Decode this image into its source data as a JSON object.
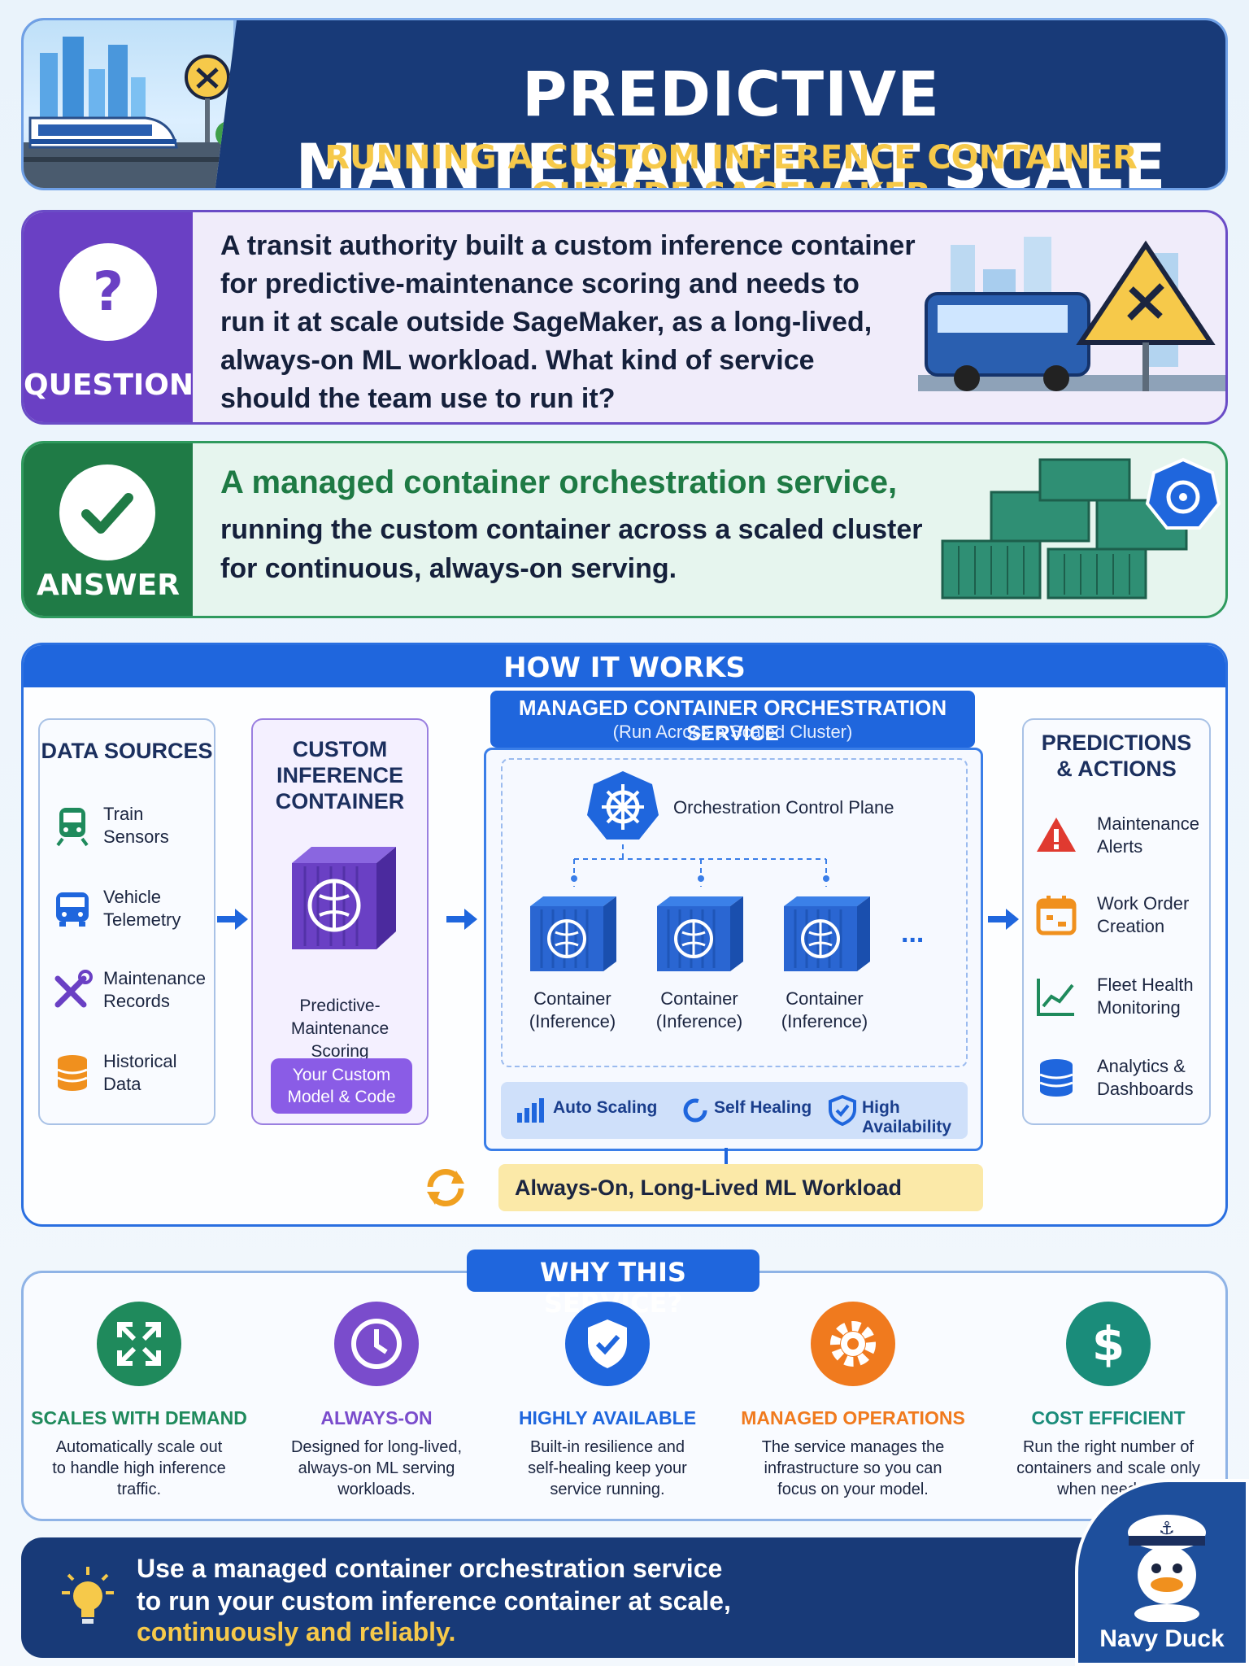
{
  "header": {
    "title": "PREDICTIVE MAINTENANCE AT SCALE",
    "subtitle": "RUNNING A CUSTOM INFERENCE CONTAINER OUTSIDE SAGEMAKER"
  },
  "question": {
    "label": "QUESTION",
    "lines": [
      "A transit authority built a custom inference container",
      "for predictive-maintenance scoring and needs to",
      "run it at scale outside SageMaker, as a long-lived,",
      "always-on ML workload. What kind of service",
      "should the team use to run it?"
    ]
  },
  "answer": {
    "label": "ANSWER",
    "headline": "A managed container orchestration service,",
    "lines": [
      "running the custom container across a scaled cluster",
      "for continuous, always-on serving."
    ]
  },
  "how": {
    "title": "HOW IT WORKS",
    "data_sources": {
      "title": "DATA SOURCES",
      "items": [
        {
          "line1": "Train",
          "line2": "Sensors",
          "icon": "train-icon"
        },
        {
          "line1": "Vehicle",
          "line2": "Telemetry",
          "icon": "bus-icon"
        },
        {
          "line1": "Maintenance",
          "line2": "Records",
          "icon": "tools-icon"
        },
        {
          "line1": "Historical",
          "line2": "Data",
          "icon": "database-icon"
        }
      ]
    },
    "container": {
      "title1": "CUSTOM INFERENCE",
      "title2": "CONTAINER",
      "caption1": "Predictive-Maintenance",
      "caption2": "Scoring",
      "badge1": "Your Custom",
      "badge2": "Model & Code"
    },
    "orchestration": {
      "title": "MANAGED CONTAINER ORCHESTRATION SERVICE",
      "subtitle": "(Run Across a Scaled Cluster)",
      "control_plane": "Orchestration Control Plane",
      "containers": [
        {
          "line1": "Container",
          "line2": "(Inference)"
        },
        {
          "line1": "Container",
          "line2": "(Inference)"
        },
        {
          "line1": "Container",
          "line2": "(Inference)"
        }
      ],
      "ellipsis": "...",
      "features": [
        "Auto Scaling",
        "Self Healing",
        "High Availability"
      ],
      "always_on": "Always-On, Long-Lived ML Workload"
    },
    "predictions": {
      "title1": "PREDICTIONS",
      "title2": "& ACTIONS",
      "items": [
        {
          "line1": "Maintenance",
          "line2": "Alerts",
          "icon": "alert-icon"
        },
        {
          "line1": "Work Order",
          "line2": "Creation",
          "icon": "calendar-icon"
        },
        {
          "line1": "Fleet Health",
          "line2": "Monitoring",
          "icon": "chart-line-icon"
        },
        {
          "line1": "Analytics &",
          "line2": "Dashboards",
          "icon": "database-icon"
        }
      ]
    }
  },
  "why": {
    "title": "WHY THIS SERVICE?",
    "items": [
      {
        "head": "SCALES WITH DEMAND",
        "color": "#1f8a5c",
        "text": [
          "Automatically scale out",
          "to handle high inference",
          "traffic."
        ]
      },
      {
        "head": "ALWAYS-ON",
        "color": "#7a4ccc",
        "text": [
          "Designed for long-lived,",
          "always-on ML serving",
          "workloads."
        ]
      },
      {
        "head": "HIGHLY AVAILABLE",
        "color": "#1f66dd",
        "text": [
          "Built-in resilience and",
          "self-healing keep your",
          "service running."
        ]
      },
      {
        "head": "MANAGED OPERATIONS",
        "color": "#f07a1e",
        "text": [
          "The service manages the",
          "infrastructure so you can",
          "focus on your model."
        ]
      },
      {
        "head": "COST EFFICIENT",
        "color": "#1a8c7a",
        "text": [
          "Run the right number of",
          "containers and scale only",
          "when needed."
        ]
      }
    ]
  },
  "footer": {
    "line1": "Use a managed container orchestration service",
    "line2": "to run your custom inference container at scale,",
    "line3": "continuously and reliably.",
    "brand": "Navy Duck"
  }
}
